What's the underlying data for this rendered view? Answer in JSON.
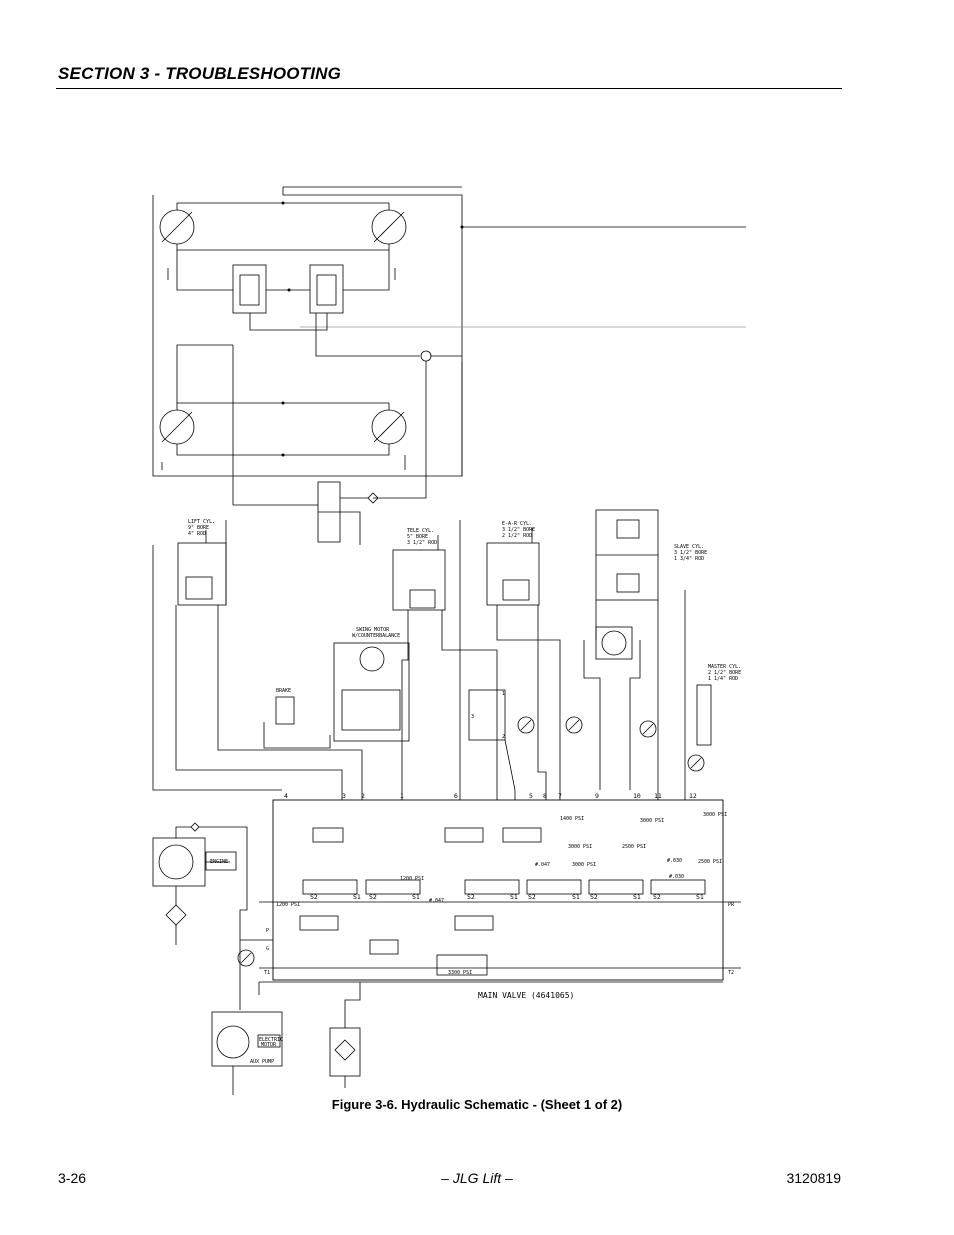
{
  "header": {
    "section_title": "SECTION 3 - TROUBLESHOOTING"
  },
  "figure": {
    "caption": "Figure 3-6.  Hydraulic Schematic - (Sheet 1 of 2)",
    "labels": {
      "lift_cyl": [
        "LIFT CYL.",
        "9\" BORE",
        "4\" ROD"
      ],
      "tele_cyl": [
        "TELE CYL.",
        "5\" BORE",
        "3 1/2\" ROD"
      ],
      "ear_cyl": [
        "E-A-R CYL.",
        "3 1/2\" BORE",
        "2 1/2\" ROD"
      ],
      "slave_cyl": [
        "SLAVE CYL.",
        "3 1/2\" BORE",
        "1 3/4\" ROD"
      ],
      "master_cyl": [
        "MASTER CYL.",
        "2 1/2\" BORE",
        "1 1/4\" ROD"
      ],
      "swing_motor": [
        "SWING MOTOR",
        "W/COUNTERBALANCE"
      ],
      "brake": "BRAKE",
      "engine": "ENGINE",
      "electric_motor": [
        "ELECTRIC",
        "MOTOR"
      ],
      "aux_pump": "AUX PUMP",
      "main_valve": "MAIN VALVE (4641065)",
      "port_numbers": [
        "4",
        "3",
        "2",
        "1",
        "6",
        "5",
        "8",
        "7",
        "9",
        "10",
        "11",
        "12"
      ],
      "side_ports": [
        "P",
        "G",
        "T1",
        "PR",
        "T2"
      ],
      "spool_labels": [
        "S2",
        "S1",
        "S2",
        "S1",
        "S2",
        "S1",
        "S2",
        "S1",
        "S2",
        "S1",
        "S2",
        "S1"
      ],
      "pressures": [
        "1200 PSI",
        "1200 PSI",
        "3300 PSI",
        "1400 PSI",
        "3000 PSI",
        "3000 PSI",
        "2500 PSI",
        "3000 PSI",
        "2500 PSI",
        "3000 PSI"
      ],
      "orifices": [
        "#.047",
        "#.047",
        "#.030",
        "#.030"
      ],
      "valve_ports": [
        "1",
        "2",
        "3"
      ]
    }
  },
  "footer": {
    "page_number": "3-26",
    "center": "– JLG Lift –",
    "doc_number": "3120819"
  }
}
